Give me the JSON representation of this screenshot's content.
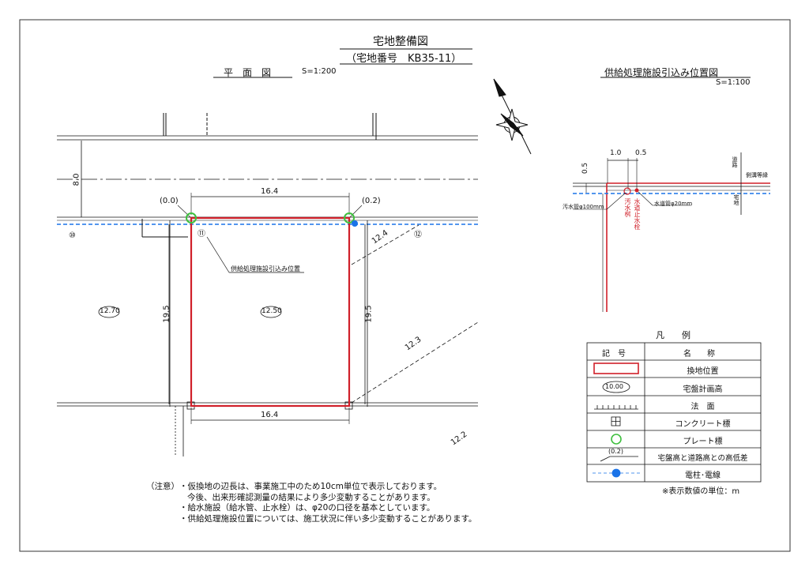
{
  "title": "宅地整備図",
  "subtitle": "（宅地番号　KB35-11）",
  "plan": {
    "title": "平　面　図",
    "scale": "S=1:200",
    "dim_top": "16.4",
    "dim_bottom": "16.4",
    "dim_left": "19.5",
    "dim_right": "19.5",
    "dim_road": "8.0",
    "corner_left": "(0.0)",
    "corner_right": "(0.2)",
    "lot_numbers": [
      "⑩",
      "⑪",
      "⑫"
    ],
    "elev_left": "12.70",
    "elev_lot": "12.50",
    "diag_labels": [
      "12.4",
      "12.3",
      "12.2"
    ],
    "callout": "供給処理施設引込み位置"
  },
  "detail": {
    "title": "供給処理施設引込み位置図",
    "scale": "S=1:100",
    "dim_a": "1.0",
    "dim_b": "0.5",
    "dim_c": "0.5",
    "sewer_pipe": "汚水管φ100mm",
    "water_pipe": "水道管φ20mm",
    "sewer_basin": "汚水桝",
    "water_valve": "水道止水栓",
    "label_top": "道路",
    "label_bottom": "宅地",
    "label_edge": "側溝等縁"
  },
  "legend": {
    "title": "凡　　例",
    "col_symbol": "記　号",
    "col_name": "名　　称",
    "rows": [
      {
        "symbol": "red-rectangle",
        "name": "換地位置"
      },
      {
        "symbol": "ellipse",
        "symbol_text": "10.00",
        "name": "宅盤計画高"
      },
      {
        "symbol": "slope-hatch",
        "name": "法　面"
      },
      {
        "symbol": "concrete-marker",
        "name": "コンクリート標"
      },
      {
        "symbol": "green-circle",
        "name": "プレート標"
      },
      {
        "symbol": "leader",
        "symbol_text": "(0.2)",
        "name": "宅盤高と道路高との高低差"
      },
      {
        "symbol": "pole-line",
        "name": "電柱･電線"
      }
    ],
    "unit_note": "※表示数値の単位：m"
  },
  "notes": {
    "label": "（注意）",
    "lines": [
      "・仮換地の辺長は、事業施工中のため10cm単位で表示しております。",
      "今後、出来形確認測量の結果により多少変動することがあります。",
      "・給水施設（給水管、止水栓）は、φ20の口径を基本としています。",
      "・供給処理施設位置については、施工状況に伴い多少変動することがあります。"
    ]
  },
  "colors": {
    "lot": "#d0202a",
    "plate": "#3fbf3f",
    "power": "#1a73e8",
    "line": "#111111"
  }
}
